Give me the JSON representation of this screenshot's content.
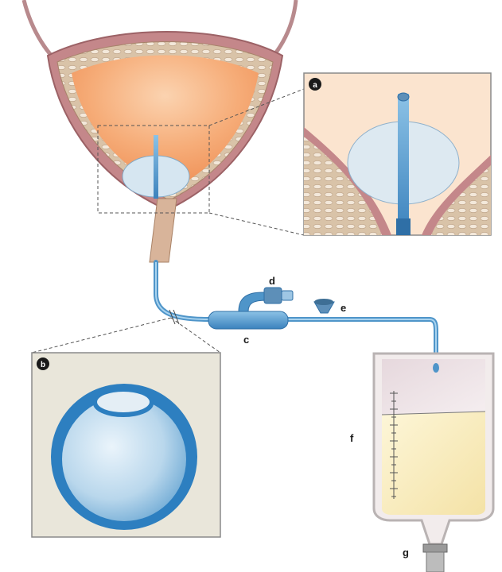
{
  "labels": {
    "a": "a",
    "b": "b",
    "c": "c",
    "d": "d",
    "e": "e",
    "f": "f",
    "g": "g"
  },
  "colors": {
    "bladder_wall": "#c98a8c",
    "bladder_inner_wall": "#e9d6c2",
    "urine": "#f5a06a",
    "catheter": "#4f95c9",
    "catheter_dark": "#2f6fa6",
    "balloon": "#cfe3f2",
    "inset_bg": "#e9e6da",
    "bag_urine": "#f6e8b9",
    "bag_frame": "#c8c4c4"
  }
}
